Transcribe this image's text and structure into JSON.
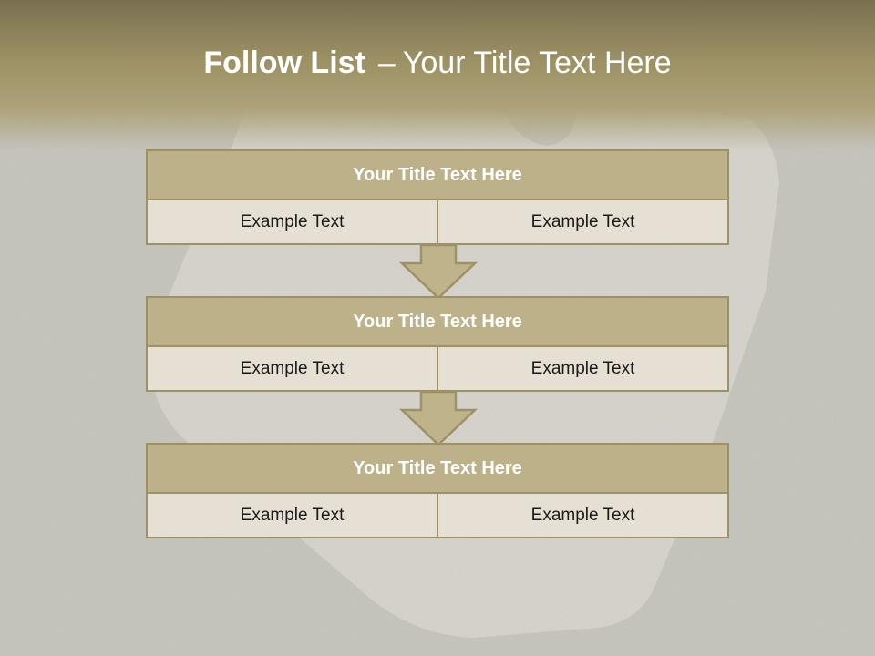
{
  "slide": {
    "title_bold": "Follow List",
    "title_separator": "–",
    "title_rest": "Your Title Text Here"
  },
  "steps": [
    {
      "title": "Your Title Text Here",
      "left": "Example Text",
      "right": "Example Text"
    },
    {
      "title": "Your Title Text Here",
      "left": "Example Text",
      "right": "Example Text"
    },
    {
      "title": "Your Title Text Here",
      "left": "Example Text",
      "right": "Example Text"
    }
  ],
  "icons": {
    "connector": "down-arrow-icon"
  },
  "colors": {
    "header_band": "#9c9064",
    "title_bar": "#bdb18a",
    "cell": "#e6e0d4",
    "border": "#9f9166",
    "arrow_fill": "#bfb38c"
  }
}
